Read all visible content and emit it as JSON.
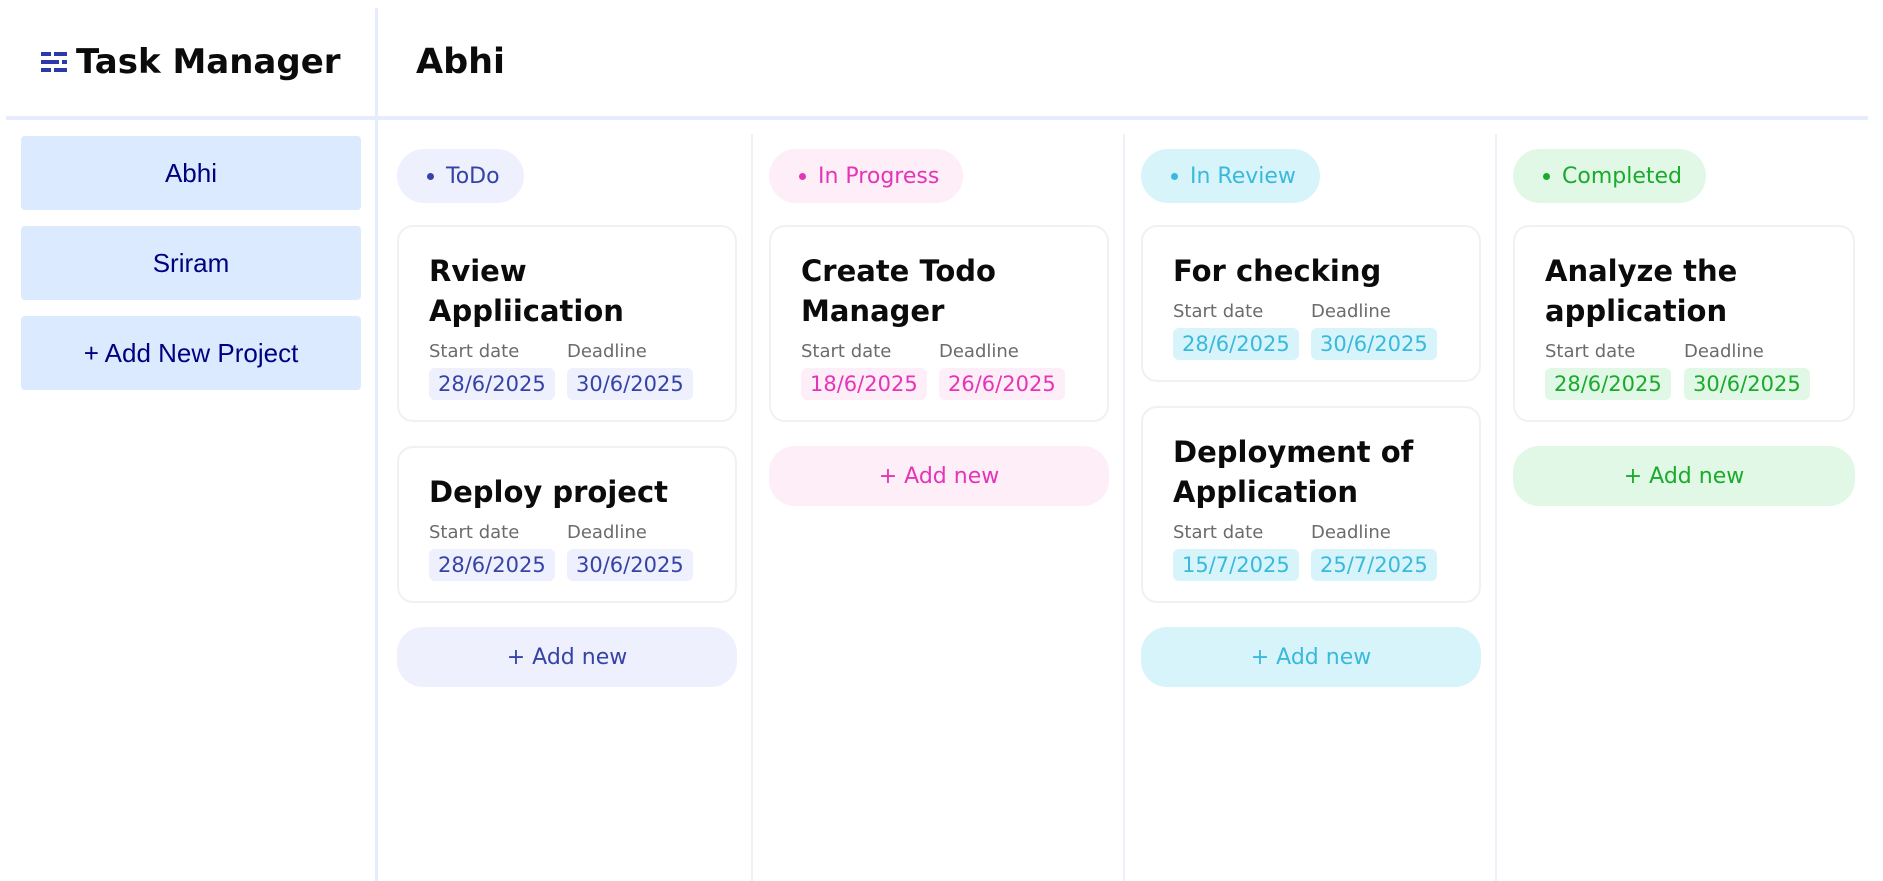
{
  "app": {
    "title": "Task Manager",
    "icon": "list-lines-icon"
  },
  "header": {
    "project_title": "Abhi"
  },
  "sidebar": {
    "items": [
      {
        "label": "Abhi"
      },
      {
        "label": "Sriram"
      },
      {
        "label": "+ Add New Project"
      }
    ]
  },
  "labels": {
    "start": "Start date",
    "deadline": "Deadline",
    "add": "+ Add new"
  },
  "columns": [
    {
      "status": "ToDo",
      "color": "#3643a6",
      "cards": [
        {
          "title": "Rview Appliication",
          "start": "28/6/2025",
          "deadline": "30/6/2025"
        },
        {
          "title": "Deploy project",
          "start": "28/6/2025",
          "deadline": "30/6/2025"
        }
      ]
    },
    {
      "status": "In Progress",
      "color": "#e534b8",
      "cards": [
        {
          "title": "Create Todo Manager",
          "start": "18/6/2025",
          "deadline": "26/6/2025"
        }
      ]
    },
    {
      "status": "In Review",
      "color": "#39b9dc",
      "cards": [
        {
          "title": "For checking",
          "start": "28/6/2025",
          "deadline": "30/6/2025"
        },
        {
          "title": "Deployment of Application",
          "start": "15/7/2025",
          "deadline": "25/7/2025"
        }
      ]
    },
    {
      "status": "Completed",
      "color": "#1aaa2c",
      "cards": [
        {
          "title": "Analyze the application",
          "start": "28/6/2025",
          "deadline": "30/6/2025"
        }
      ]
    }
  ]
}
